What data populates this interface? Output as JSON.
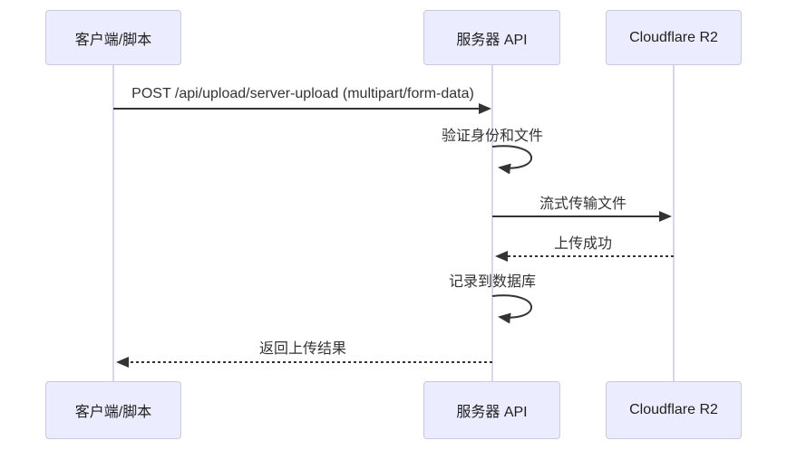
{
  "diagram": {
    "type": "sequence-diagram",
    "actors": [
      {
        "id": "client",
        "label": "客户端/脚本"
      },
      {
        "id": "server",
        "label": "服务器 API"
      },
      {
        "id": "r2",
        "label": "Cloudflare R2"
      }
    ],
    "messages": [
      {
        "from": "client",
        "to": "server",
        "style": "solid-arrow",
        "label": "POST /api/upload/server-upload (multipart/form-data)"
      },
      {
        "from": "server",
        "to": "server",
        "style": "self-loop",
        "label": "验证身份和文件"
      },
      {
        "from": "server",
        "to": "r2",
        "style": "solid-arrow",
        "label": "流式传输文件"
      },
      {
        "from": "r2",
        "to": "server",
        "style": "dashed-arrow",
        "label": "上传成功"
      },
      {
        "from": "server",
        "to": "server",
        "style": "self-loop",
        "label": "记录到数据库"
      },
      {
        "from": "server",
        "to": "client",
        "style": "dashed-arrow",
        "label": "返回上传结果"
      }
    ],
    "colors": {
      "actor_fill": "#ECECFF",
      "actor_border": "#c9c9e0",
      "lifeline": "#cbcbe5",
      "message_line": "#333333",
      "message_text": "#333333",
      "background": "#ffffff"
    }
  }
}
